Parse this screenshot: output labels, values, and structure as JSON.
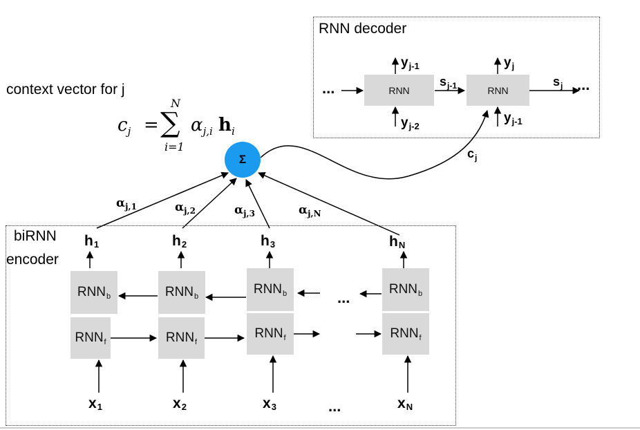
{
  "decoder": {
    "title": "RNN decoder",
    "box1": "RNN",
    "box2": "RNN",
    "in_dots": "...",
    "out_dots": "...",
    "y_prev": "y",
    "y_prev_sub": "j-1",
    "y_prev2": "y",
    "y_prev2_sub": "j-2",
    "y_out": "y",
    "y_out_sub": "j",
    "y_in2": "y",
    "y_in2_sub": "j-1",
    "s_prev": "s",
    "s_prev_sub": "j-1",
    "s_out": "s",
    "s_out_sub": "j"
  },
  "context": {
    "caption": "context vector for j",
    "formula_lhs": "c",
    "formula_lhs_sub": "j",
    "formula_eq": "=",
    "sum_upper": "N",
    "sum_lower": "i=1",
    "sum_symbol": "∑",
    "formula_term": "α",
    "formula_term_sub": "j,i",
    "formula_h": "h",
    "formula_h_sub": "i",
    "sigma_label": "Σ",
    "cj_label": "c",
    "cj_sub": "j"
  },
  "weights": [
    {
      "label": "α",
      "sub": "j,1"
    },
    {
      "label": "α",
      "sub": "j,2"
    },
    {
      "label": "α",
      "sub": "j,3"
    },
    {
      "label": "α",
      "sub": "j,N"
    }
  ],
  "encoder": {
    "title_line1": "biRNN",
    "title_line2": "encoder",
    "hidden": [
      {
        "label": "h",
        "sub": "1"
      },
      {
        "label": "h",
        "sub": "2"
      },
      {
        "label": "h",
        "sub": "3"
      },
      {
        "label": "h",
        "sub": "N"
      }
    ],
    "backward_box": {
      "label": "RNN",
      "sub": "b"
    },
    "forward_box": {
      "label": "RNN",
      "sub": "f"
    },
    "middle_dots": "...",
    "inputs": [
      {
        "label": "x",
        "sub": "1"
      },
      {
        "label": "x",
        "sub": "2"
      },
      {
        "label": "x",
        "sub": "3"
      },
      {
        "label": "x",
        "sub": "N"
      }
    ],
    "input_dots": "..."
  }
}
